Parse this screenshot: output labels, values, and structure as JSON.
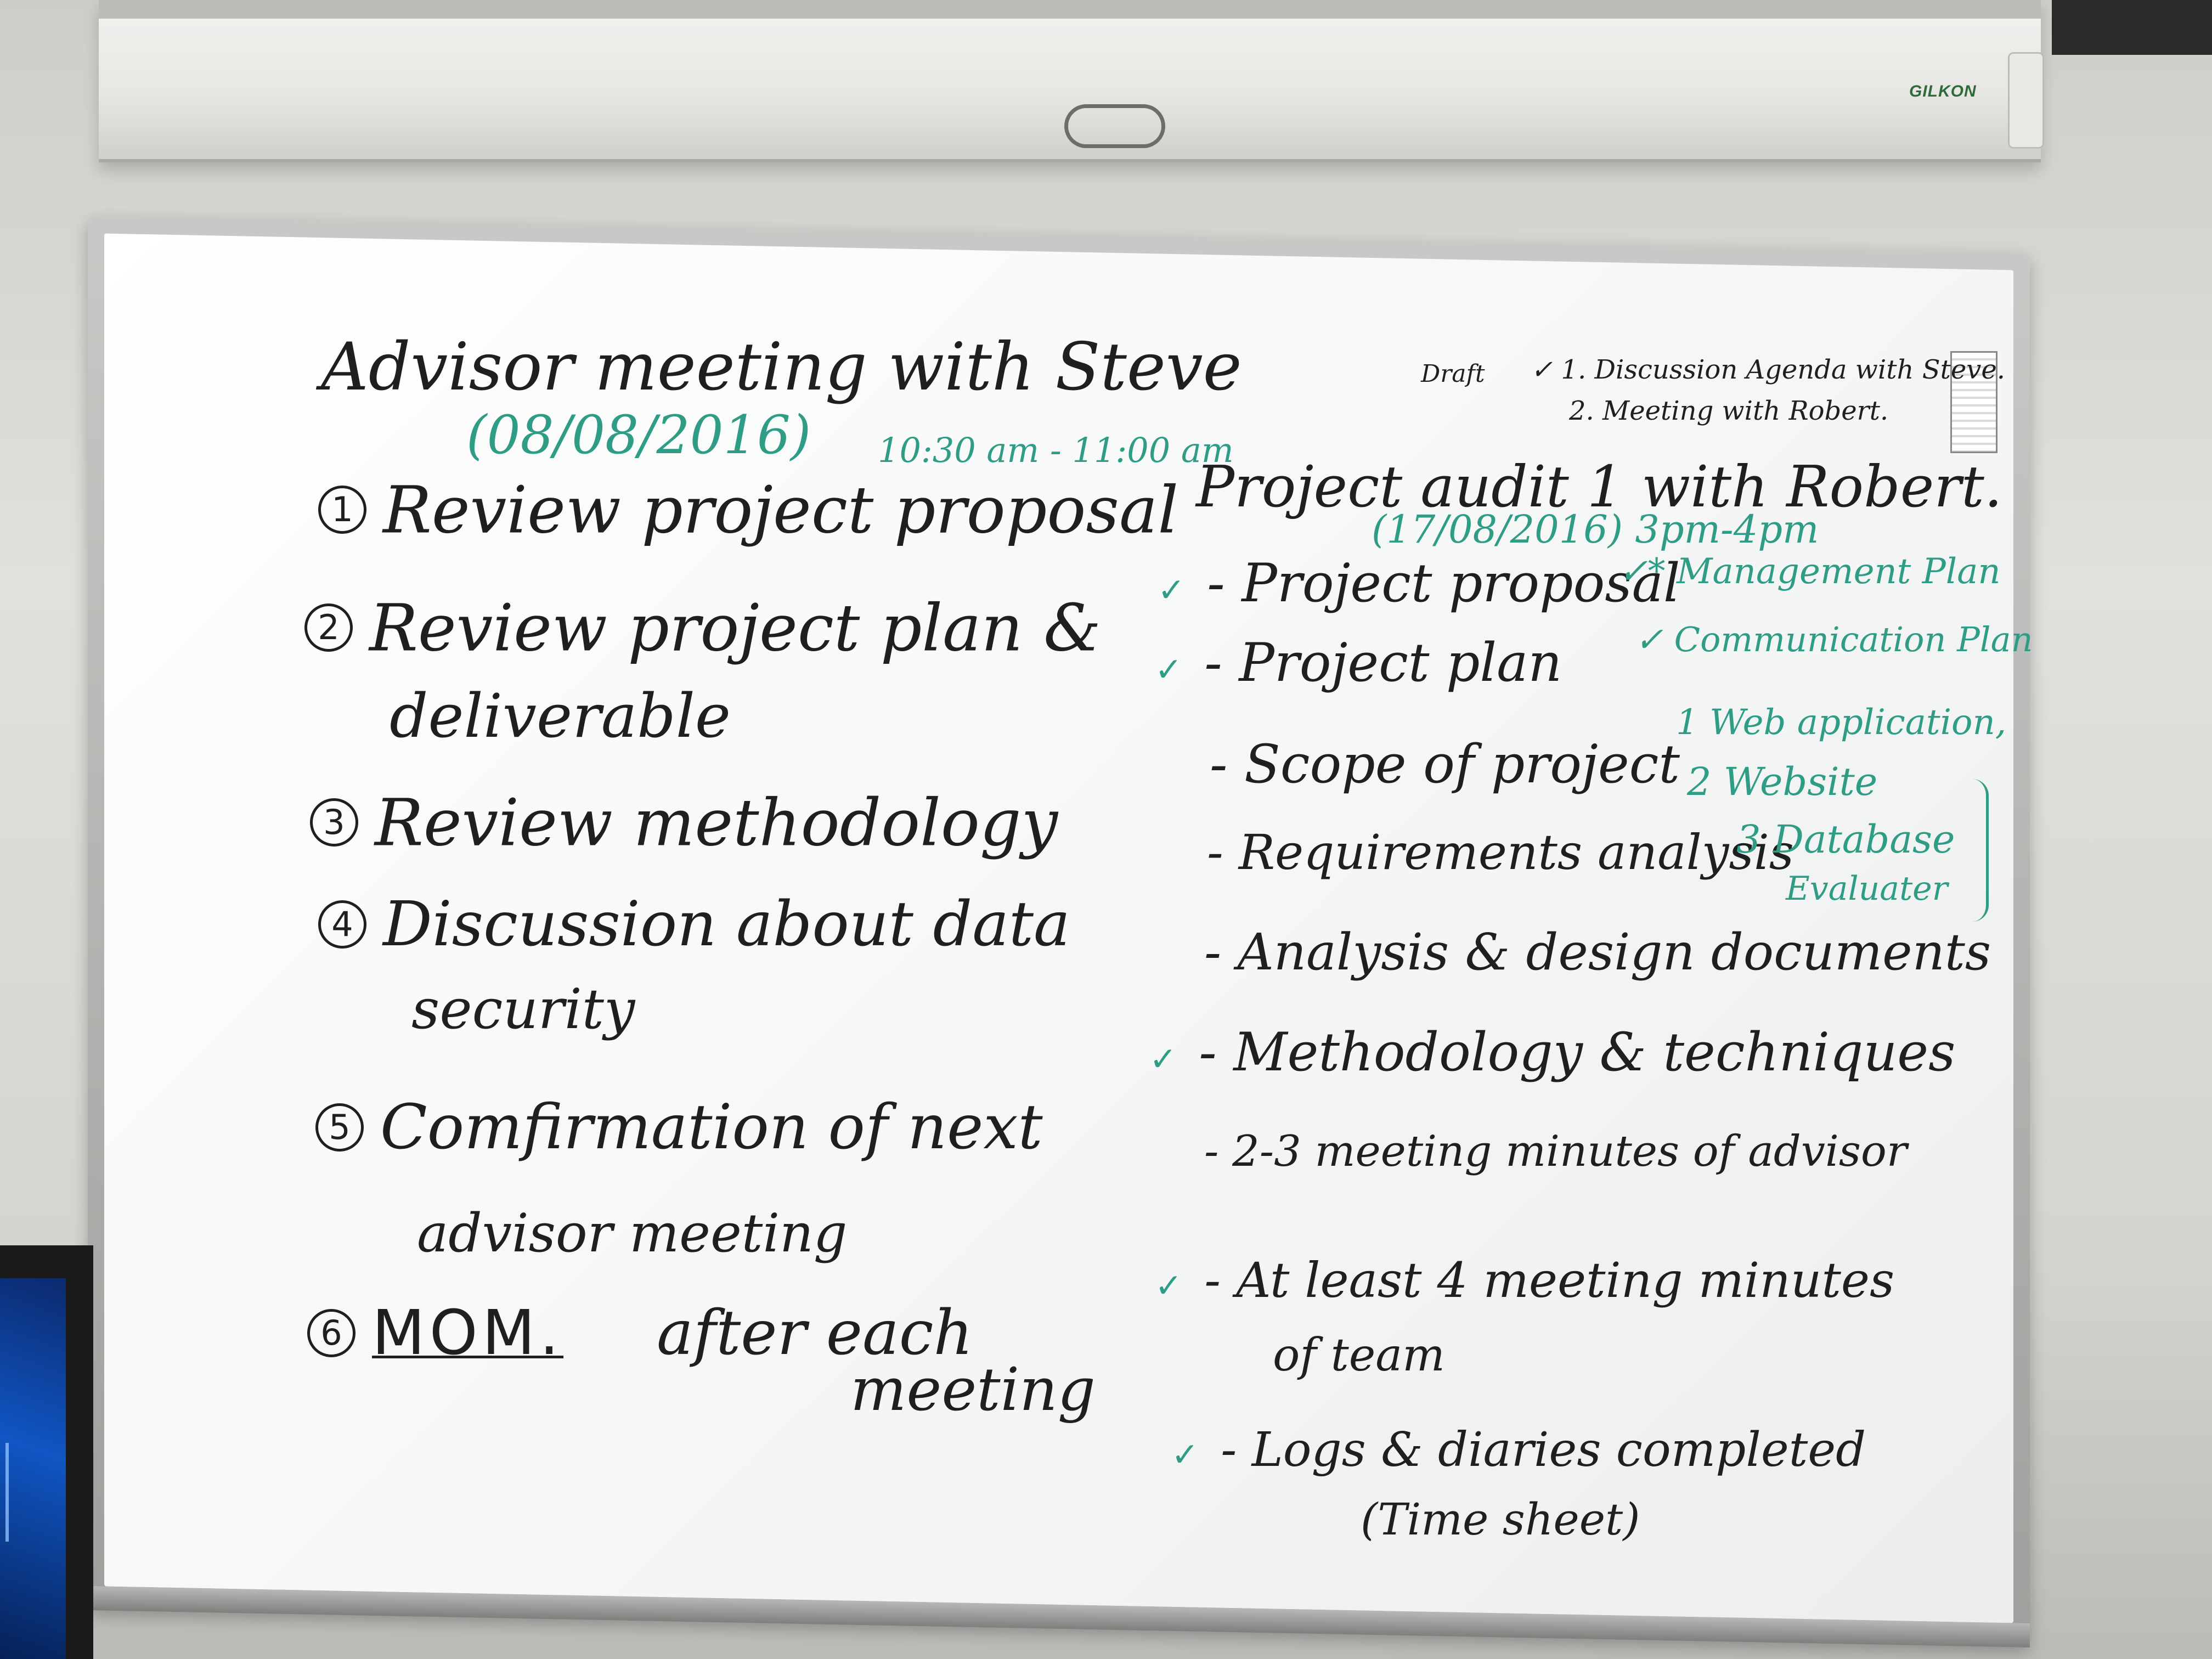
{
  "screen": {
    "brand": "GILKON"
  },
  "left": {
    "title": "Advisor meeting with Steve",
    "date": "(08/08/2016)",
    "time": "10:30 am - 11:00 am",
    "items": [
      {
        "num": "1",
        "text": "Review project proposal"
      },
      {
        "num": "2",
        "text": "Review project plan &"
      },
      {
        "num": "",
        "text": "deliverable"
      },
      {
        "num": "3",
        "text": "Review methodology"
      },
      {
        "num": "4",
        "text": "Discussion about data"
      },
      {
        "num": "",
        "text": "security"
      },
      {
        "num": "5",
        "text": "Comfirmation of next"
      },
      {
        "num": "",
        "text": "advisor meeting"
      },
      {
        "num": "6",
        "text_a": "MOM.",
        "text_b": "after each"
      },
      {
        "num": "",
        "text": "meeting"
      }
    ]
  },
  "top_right": {
    "draft": "Draft",
    "lines": [
      "✓ 1. Discussion Agenda with Steve.",
      "2. Meeting with Robert."
    ]
  },
  "right": {
    "title": "Project audit 1 with Robert.",
    "date": "(17/08/2016) 3pm-4pm",
    "items": [
      {
        "check": "✓",
        "text": "- Project proposal"
      },
      {
        "check": "✓",
        "text": "- Project plan"
      },
      {
        "check": "",
        "text": "- Scope of project"
      },
      {
        "check": "",
        "text": "- Requirements analysis"
      },
      {
        "check": "",
        "text": "- Analysis & design documents"
      },
      {
        "check": "✓",
        "text": "- Methodology & techniques"
      },
      {
        "check": "",
        "text": "- 2-3 meeting minutes of advisor"
      },
      {
        "check": "✓",
        "text": "- At least 4 meeting minutes"
      },
      {
        "check": "",
        "text": "of team"
      },
      {
        "check": "✓",
        "text": "- Logs & diaries completed"
      },
      {
        "check": "",
        "text": "(Time sheet)"
      }
    ],
    "green_notes": [
      "✓* Management Plan",
      "✓ Communication Plan",
      "1 Web application,",
      "2 Website",
      "3 Database",
      "Evaluater"
    ]
  },
  "colors": {
    "ink": "#1f1f1f",
    "green_marker": "#2f9d85"
  }
}
